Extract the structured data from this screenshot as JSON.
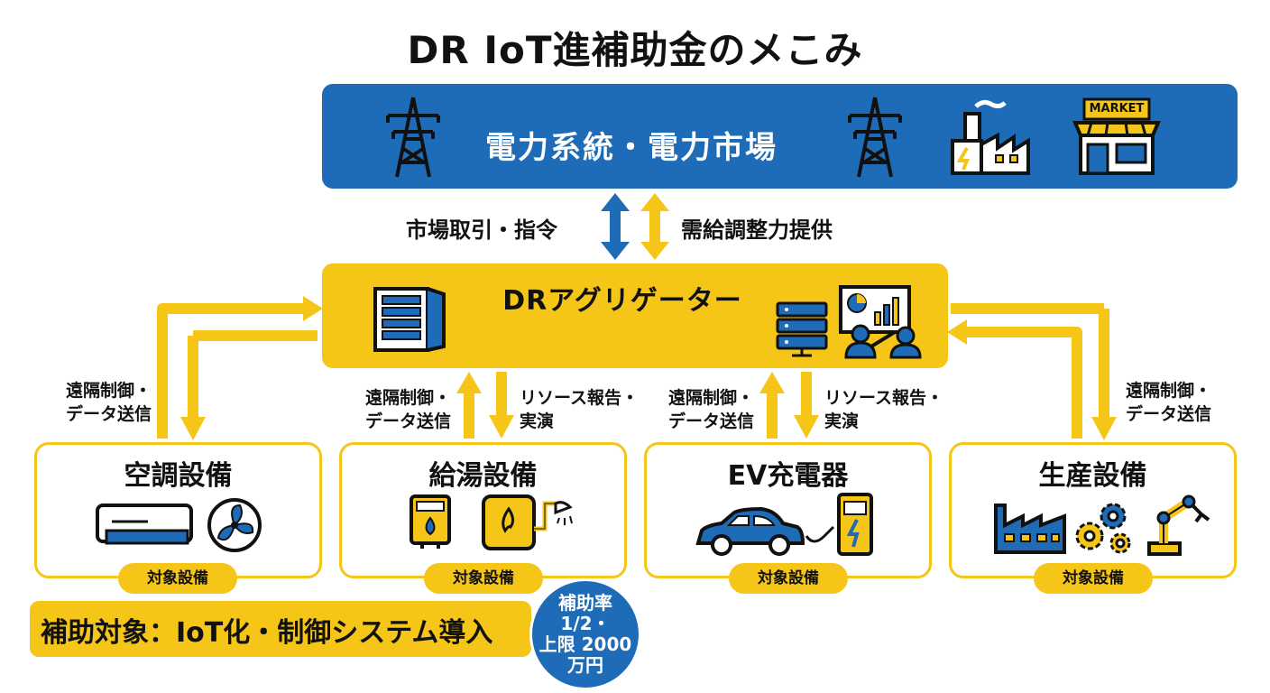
{
  "title": "DR IoT進補助金のメこみ",
  "grid": {
    "label": "電力系統・電力市場",
    "market_sign": "MARKET"
  },
  "links": {
    "trade_label": "市場取引・指令",
    "supply_label": "需給調整力提供"
  },
  "aggregator": {
    "label": "DRアグリゲーター"
  },
  "flows": {
    "control": [
      "遠隔制御・",
      "データ送信"
    ],
    "report": [
      "リソース報告・",
      "実演"
    ]
  },
  "devices": [
    {
      "title": "空調設備",
      "badge": "対象設備"
    },
    {
      "title": "給湯設備",
      "badge": "対象設備"
    },
    {
      "title": "EV充電器",
      "badge": "対象設備"
    },
    {
      "title": "生産設備",
      "badge": "対象設備"
    }
  ],
  "subsidy": {
    "target": "補助対象：IoT化・制御システム導入",
    "rate": [
      "補助率",
      "1/2・",
      "上限 2000",
      "万円"
    ]
  },
  "colors": {
    "blue": "#1e6cb7",
    "yellow": "#f5c518",
    "navy": "#1b2a4a"
  }
}
